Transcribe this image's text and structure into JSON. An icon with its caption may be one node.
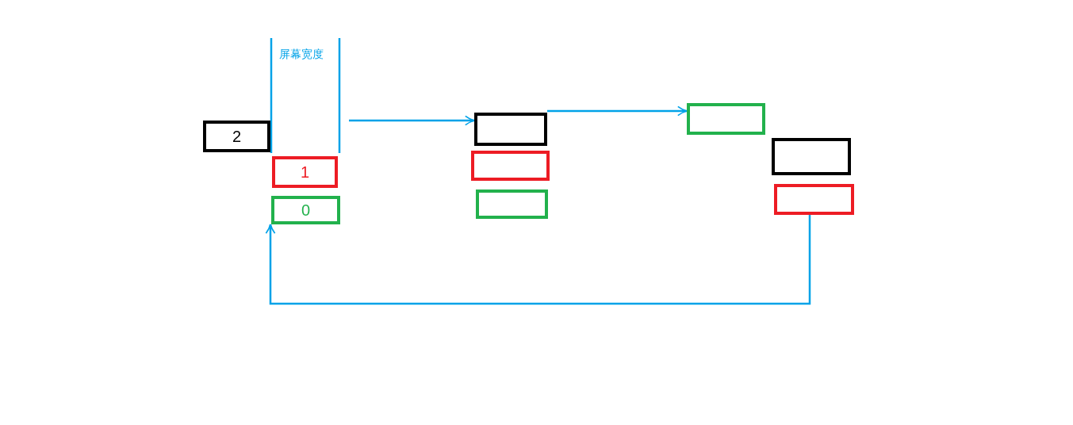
{
  "diagram": {
    "nodes": [
      {
        "text": [
          "2"
        ]
      },
      {
        "text": [
          "1"
        ]
      },
      {
        "text": [
          "0"
        ]
      },
      {
        "text": [],
        "shape": "box"
      },
      {
        "text": [],
        "shape": "box"
      },
      {
        "text": [],
        "shape": "box"
      },
      {
        "text": [],
        "shape": "box"
      },
      {
        "text": [],
        "shape": "box"
      },
      {
        "text": [],
        "shape": "box"
      }
    ],
    "edges": [
      {
        "from": null,
        "to": 3,
        "arrow": "to"
      },
      {
        "from": 3,
        "to": 6,
        "arrow": "to"
      },
      {
        "from": 8,
        "to": 2,
        "arrow": "to"
      }
    ],
    "labels": [
      "屏幕宽度"
    ]
  }
}
